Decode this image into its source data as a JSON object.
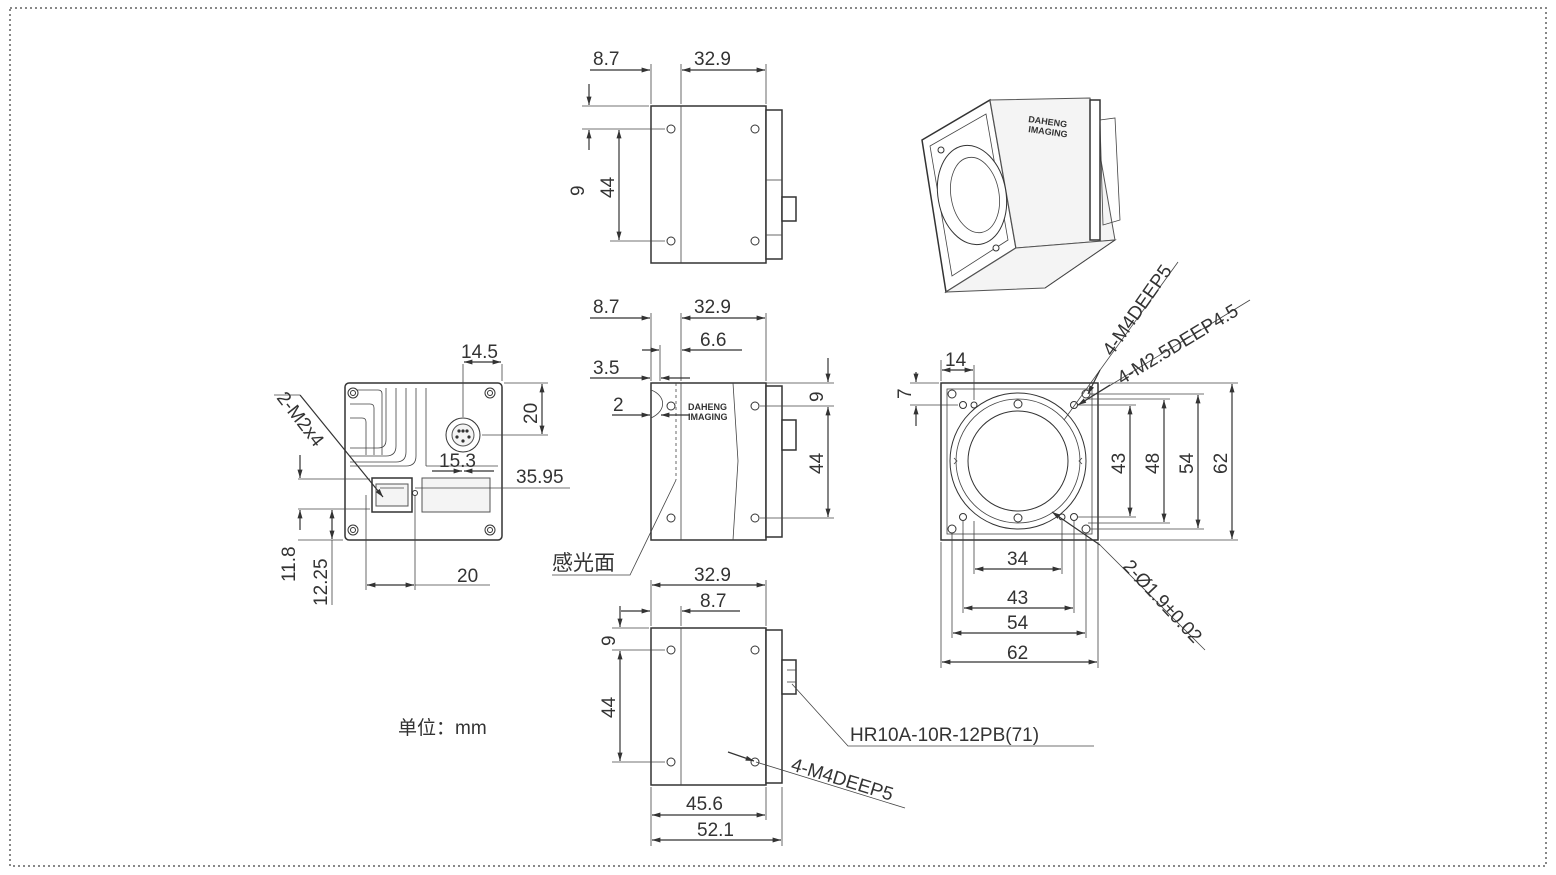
{
  "brand": {
    "line1": "DAHENG",
    "line2": "IMAGING"
  },
  "unit_note": "单位：mm",
  "sensor_plane_label": "感光面",
  "connector_label": "HR10A-10R-12PB(71)",
  "top_view": {
    "dims": [
      "8.7",
      "32.9",
      "9",
      "44"
    ]
  },
  "side_view": {
    "dims": [
      "8.7",
      "32.9",
      "6.6",
      "3.5",
      "2",
      "9",
      "44"
    ]
  },
  "bottom_view": {
    "dims": [
      "32.9",
      "8.7",
      "9",
      "44",
      "45.6",
      "52.1"
    ],
    "thread_label": "4-M4DEEP5"
  },
  "back_view": {
    "dims": [
      "14.5",
      "20",
      "15.3",
      "35.95",
      "11.8",
      "12.25",
      "20"
    ],
    "thread_label": "2-M2x4"
  },
  "front_view": {
    "dims": [
      "14",
      "7",
      "43",
      "48",
      "54",
      "62",
      "34",
      "43",
      "54",
      "62"
    ],
    "thread_labels": [
      "4-M4DEEP5",
      "4-M2.5DEEP4.5",
      "2-Ø1.9±0.02"
    ]
  }
}
